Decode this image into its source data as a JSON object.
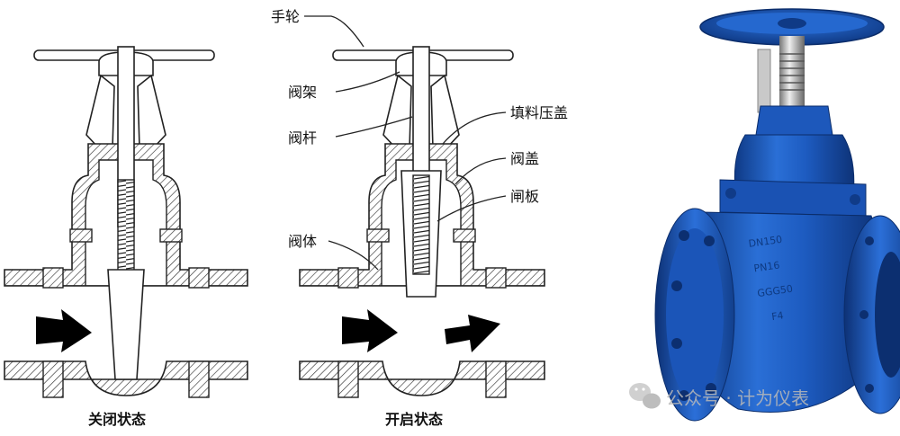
{
  "labels": {
    "handwheel": "手轮",
    "yoke": "阀架",
    "stem": "阀杆",
    "gland": "填料压盖",
    "bonnet": "阀盖",
    "gate": "闸板",
    "body": "阀体"
  },
  "captions": {
    "closed": "关闭状态",
    "open": "开启状态"
  },
  "valve_casting_text": [
    "DN150",
    "PN16",
    "GGG50",
    "F4"
  ],
  "watermark": "公众号 · 计为仪表",
  "colors": {
    "valve_blue": "#1f5fc4",
    "valve_blue_dark": "#123f8c",
    "hatch": "#333333",
    "arrow": "#000000"
  }
}
